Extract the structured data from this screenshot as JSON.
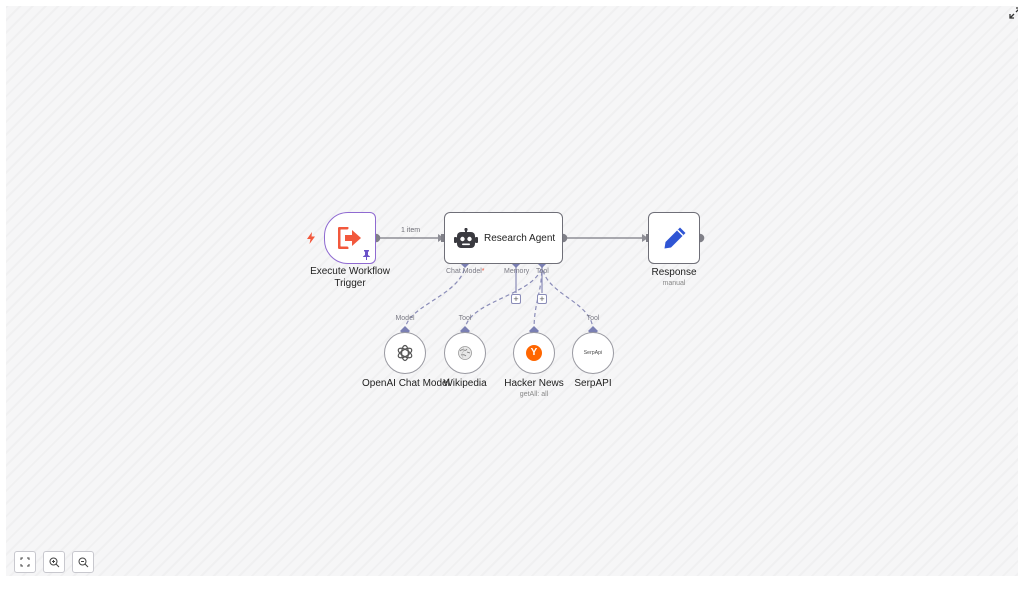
{
  "nodes": {
    "trigger": {
      "name": "Execute Workflow Trigger",
      "icon": "exit-arrow-icon",
      "pin_icon": "pin-icon",
      "bolt_icon": "lightning-icon"
    },
    "agent": {
      "name": "Research Agent",
      "icon": "robot-icon"
    },
    "response": {
      "name": "Response",
      "subtitle": "manual",
      "icon": "pencil-icon"
    },
    "openai": {
      "name": "OpenAI Chat Model",
      "icon": "openai-icon"
    },
    "wikipedia": {
      "name": "Wikipedia",
      "icon": "wikipedia-globe-icon"
    },
    "hackernews": {
      "name": "Hacker News",
      "subtitle": "getAll: all",
      "icon_text": "Y",
      "icon": "hackernews-icon"
    },
    "serpapi": {
      "name": "SerpAPI",
      "icon_text": "SerpApi",
      "icon": "serpapi-icon"
    }
  },
  "edge_labels": {
    "trigger_to_agent": "1 item"
  },
  "ports": {
    "agent_chat_model": "Chat Model",
    "agent_chat_model_required": "*",
    "agent_memory": "Memory",
    "agent_tool": "Tool",
    "openai_model": "Model",
    "wikipedia_tool": "Tool",
    "serpapi_tool": "Tool"
  },
  "controls": {
    "fit_view": "fit-view-icon",
    "zoom_in": "zoom-in-icon",
    "zoom_out": "zoom-out-icon",
    "expand": "expand-icon",
    "add_plus": "+"
  },
  "colors": {
    "trigger_accent": "#f2583c",
    "trigger_border": "#8f6ad1",
    "pencil_blue": "#2f55d4",
    "hackernews_orange": "#ff6600",
    "port_diamond": "#7a7fb3",
    "edge_gray": "#8e8e96"
  }
}
